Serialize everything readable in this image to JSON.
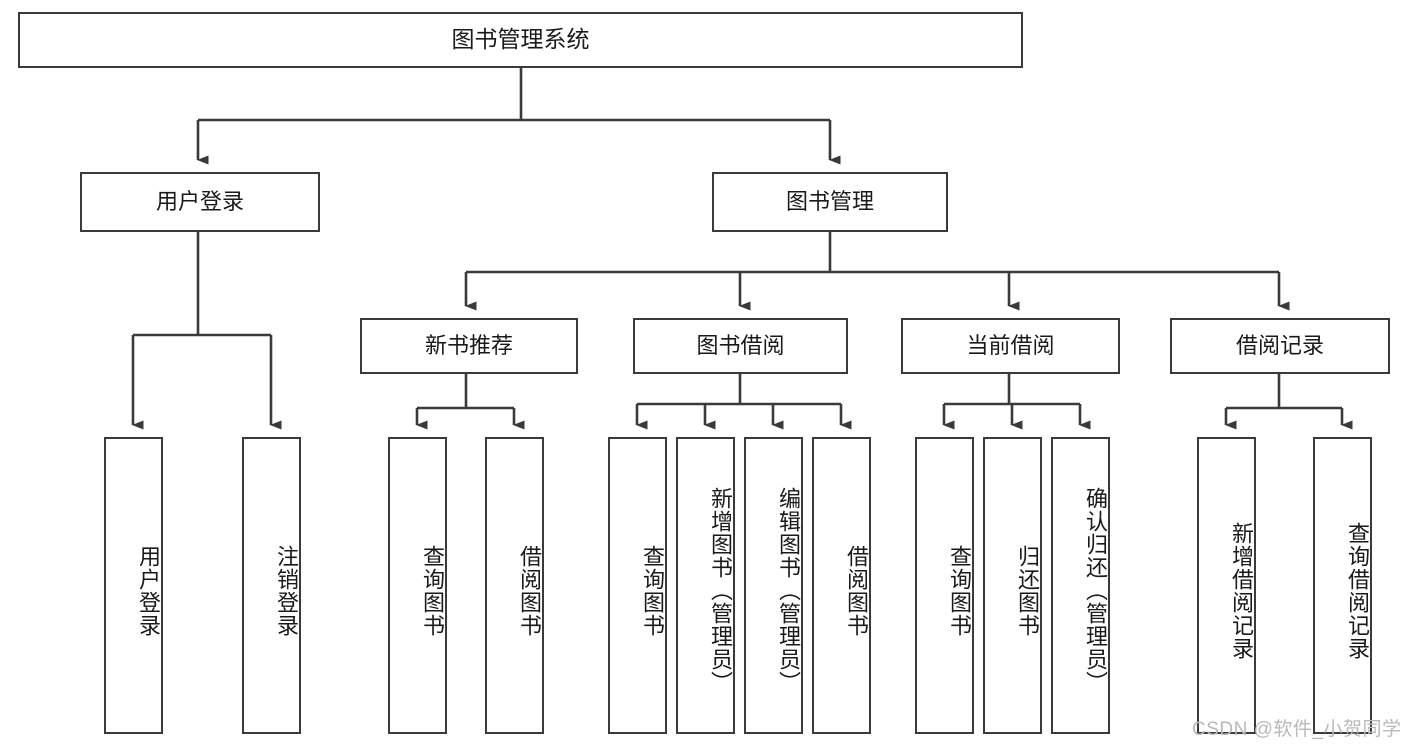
{
  "diagram": {
    "title_box": {
      "label": "图书管理系统"
    },
    "level2": [
      {
        "id": "user-login",
        "label": "用户登录"
      },
      {
        "id": "book-management",
        "label": "图书管理"
      }
    ],
    "level3": [
      {
        "id": "new-book-recommend",
        "label": "新书推荐"
      },
      {
        "id": "book-borrow",
        "label": "图书借阅"
      },
      {
        "id": "current-borrow",
        "label": "当前借阅"
      },
      {
        "id": "borrow-record",
        "label": "借阅记录"
      }
    ],
    "leaves": {
      "user_login": [
        {
          "id": "leaf-user-login",
          "label": "用户登录"
        },
        {
          "id": "leaf-logout-login",
          "label": "注销登录"
        }
      ],
      "new_book_recommend": [
        {
          "id": "leaf-query-book-1",
          "label": "查询图书"
        },
        {
          "id": "leaf-borrow-book-1",
          "label": "借阅图书"
        }
      ],
      "book_borrow": [
        {
          "id": "leaf-query-book-2",
          "label": "查询图书"
        },
        {
          "id": "leaf-add-book",
          "label": "新增图书（管理员）"
        },
        {
          "id": "leaf-edit-book",
          "label": "编辑图书（管理员）"
        },
        {
          "id": "leaf-borrow-book-2",
          "label": "借阅图书"
        }
      ],
      "current_borrow": [
        {
          "id": "leaf-query-book-3",
          "label": "查询图书"
        },
        {
          "id": "leaf-return-book",
          "label": "归还图书"
        },
        {
          "id": "leaf-confirm-return",
          "label": "确认归还（管理员）"
        }
      ],
      "borrow_record": [
        {
          "id": "leaf-add-borrow-record",
          "label": "新增借阅记录"
        },
        {
          "id": "leaf-query-borrow-record",
          "label": "查询借阅记录"
        }
      ]
    },
    "watermark": "CSDN @软件_小贺同学",
    "colors": {
      "stroke": "#3a3a3a",
      "background": "#ffffff",
      "text": "#1a1a1a",
      "watermark": "#b9b9b9"
    }
  }
}
